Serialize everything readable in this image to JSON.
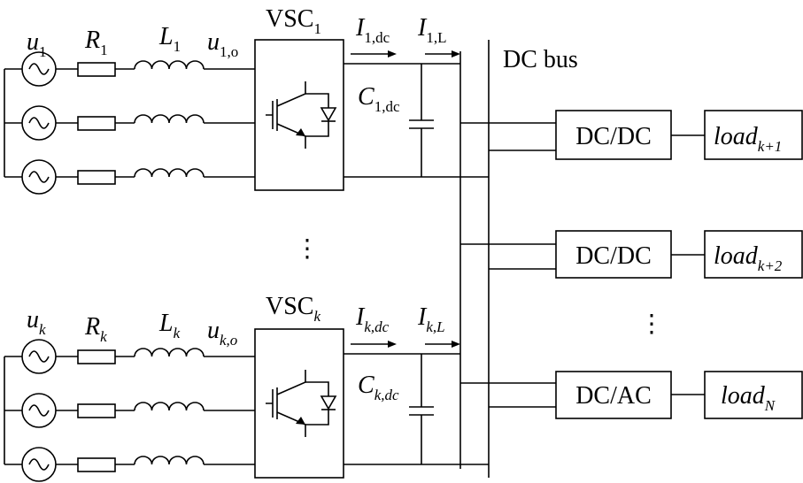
{
  "converter_groups": [
    {
      "source": {
        "base": "u",
        "sub": "1"
      },
      "resistor": {
        "base": "R",
        "sub": "1"
      },
      "inductor": {
        "base": "L",
        "sub": "1"
      },
      "ac_output": {
        "base": "u",
        "sub": "1,o"
      },
      "converter": {
        "base": "VSC",
        "sub": "1"
      },
      "dc_current": {
        "base": "I",
        "sub": "1,dc"
      },
      "load_current": {
        "base": "I",
        "sub": "1,L"
      },
      "capacitor": {
        "base": "C",
        "sub": "1,dc"
      }
    },
    {
      "source": {
        "base": "u",
        "sub": "k"
      },
      "resistor": {
        "base": "R",
        "sub": "k"
      },
      "inductor": {
        "base": "L",
        "sub": "k"
      },
      "ac_output": {
        "base": "u",
        "sub": "k,o"
      },
      "converter": {
        "base": "VSC",
        "sub": "k"
      },
      "dc_current": {
        "base": "I",
        "sub": "k,dc"
      },
      "load_current": {
        "base": "I",
        "sub": "k,L"
      },
      "capacitor": {
        "base": "C",
        "sub": "k,dc"
      }
    }
  ],
  "bus_label": "DC bus",
  "group_gap": "⋮",
  "load_gap": "⋮",
  "loads": [
    {
      "converter": "DC/DC",
      "load": {
        "base": "load",
        "sub": "k+1"
      }
    },
    {
      "converter": "DC/DC",
      "load": {
        "base": "load",
        "sub": "k+2"
      }
    },
    {
      "converter": "DC/AC",
      "load": {
        "base": "load",
        "sub": "N"
      }
    }
  ]
}
